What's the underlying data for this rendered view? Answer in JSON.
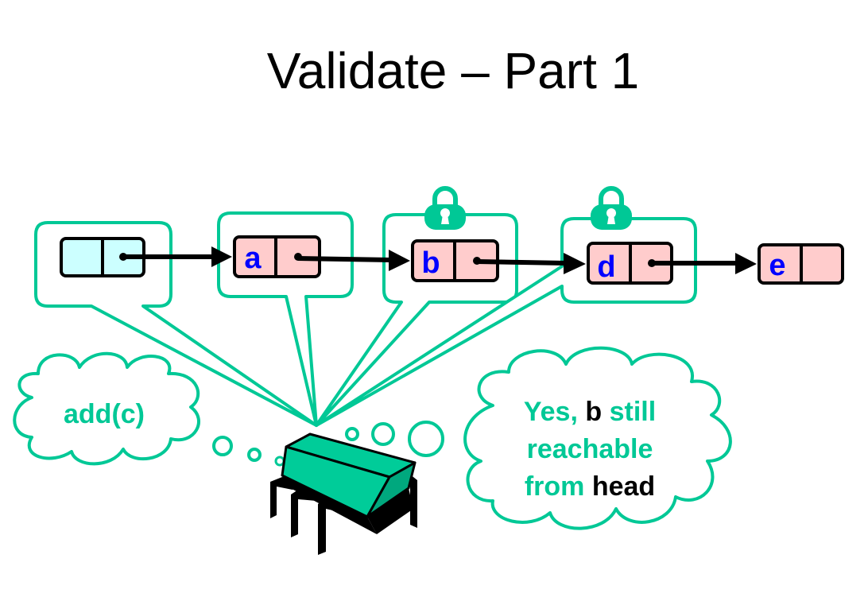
{
  "title": "Validate – Part 1",
  "nodes": [
    {
      "id": "head",
      "label": ""
    },
    {
      "id": "a",
      "label": "a"
    },
    {
      "id": "b",
      "label": "b"
    },
    {
      "id": "d",
      "label": "d"
    },
    {
      "id": "e",
      "label": "e"
    }
  ],
  "locked_nodes": [
    "b",
    "d"
  ],
  "thought_left": "add(c)",
  "thought_right": {
    "line1_a": "Yes,",
    "line1_b": "b",
    "line1_c": "still",
    "line2": "reachable",
    "line3_a": "from",
    "line3_b": "head"
  },
  "icons": [
    "lock-icon",
    "lock-icon",
    "thread-bug-icon"
  ],
  "colors": {
    "accent": "#00c896",
    "node_fill": "#ffcccc",
    "head_fill": "#ccffff",
    "node_text": "#0000ff",
    "arrow": "#000000",
    "thread_body": "#00cc99"
  }
}
